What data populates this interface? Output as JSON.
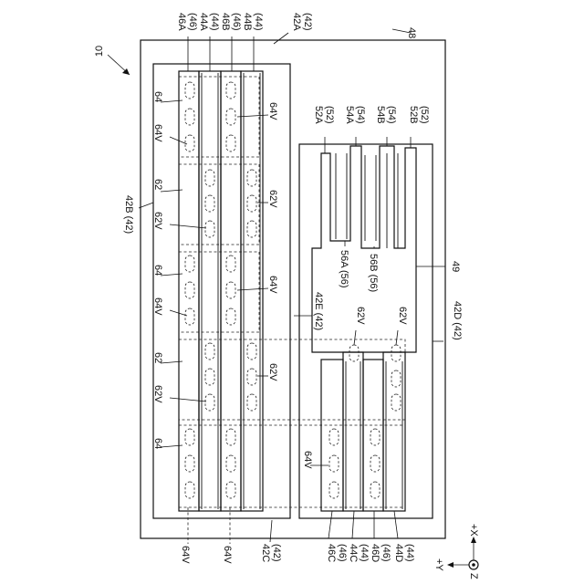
{
  "labels": {
    "ref_10": "10",
    "ref_48": "48",
    "ref_42A": [
      "42A",
      "(42)"
    ],
    "ref_44B_top": [
      "44B",
      "(44)"
    ],
    "ref_46B": [
      "46B",
      "(46)"
    ],
    "ref_44A_top": [
      "44A",
      "(44)"
    ],
    "ref_46A": [
      "46A",
      "(46)"
    ],
    "ref_42B": "42B (42)",
    "ref_52A": [
      "52A",
      "(52)"
    ],
    "ref_54A": [
      "54A",
      "(54)"
    ],
    "ref_54B": [
      "54B",
      "(54)"
    ],
    "ref_52B": [
      "52B",
      "(52)"
    ],
    "ref_56B": "56B (56)",
    "ref_56A": "56A (56)",
    "ref_49": "49",
    "ref_42E": "42E (42)",
    "ref_42D": "42D (42)",
    "ref_64": "64",
    "ref_62": "62",
    "ref_64V": "64V",
    "ref_62V": "62V",
    "ref_42C": [
      "42C",
      "(42)"
    ],
    "ref_46C": [
      "46C",
      "(46)"
    ],
    "ref_44C": [
      "44C",
      "(44)"
    ],
    "ref_46D": [
      "46D",
      "(46)"
    ],
    "ref_44D": [
      "44D",
      "(44)"
    ],
    "axis_y": "+Y",
    "axis_x": "+X",
    "axis_z": "Z"
  }
}
